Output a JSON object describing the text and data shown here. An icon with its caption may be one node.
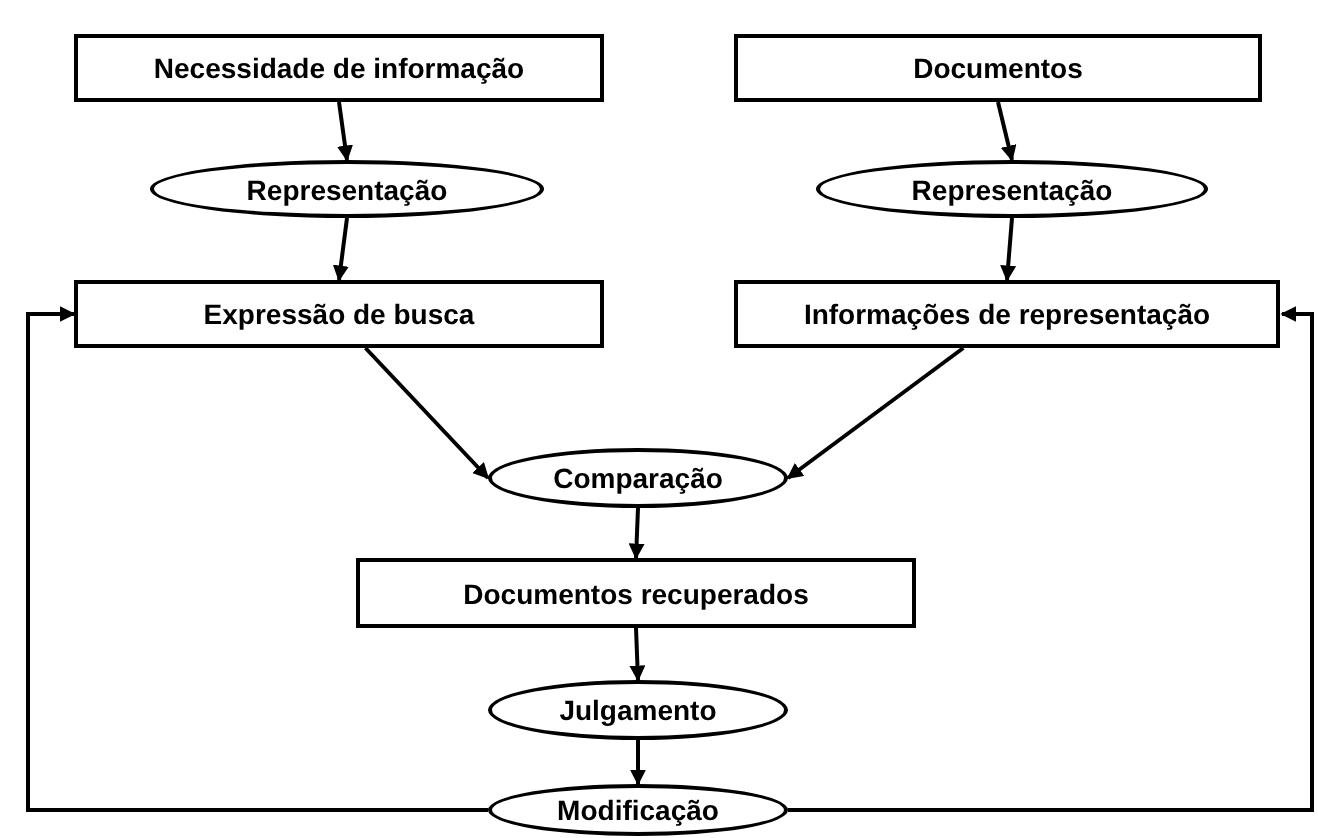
{
  "diagram": {
    "nodes": [
      {
        "text": [
          "Necessidade de informação"
        ]
      },
      {
        "text": [
          "Documentos"
        ]
      },
      {
        "text": [
          "Representação"
        ]
      },
      {
        "text": [
          "Representação"
        ]
      },
      {
        "text": [
          "Expressão de busca"
        ]
      },
      {
        "text": [
          "Informações de representação"
        ]
      },
      {
        "text": [
          "Comparação"
        ]
      },
      {
        "text": [
          "Documentos recuperados"
        ]
      },
      {
        "text": [
          "Julgamento"
        ]
      },
      {
        "text": [
          "Modificação"
        ]
      }
    ],
    "edges": [
      {
        "from": 0,
        "to": 2,
        "arrow": "to"
      },
      {
        "from": 2,
        "to": 4,
        "arrow": "to"
      },
      {
        "from": 1,
        "to": 3,
        "arrow": "to"
      },
      {
        "from": 3,
        "to": 5,
        "arrow": "to"
      },
      {
        "from": 4,
        "to": 6,
        "arrow": "to"
      },
      {
        "from": 5,
        "to": 6,
        "arrow": "to"
      },
      {
        "from": 6,
        "to": 7,
        "arrow": "to"
      },
      {
        "from": 7,
        "to": 8,
        "arrow": "to"
      },
      {
        "from": 8,
        "to": 9,
        "arrow": "to"
      },
      {
        "from": 9,
        "to": 4,
        "arrow": "to"
      },
      {
        "from": 9,
        "to": 5,
        "arrow": "to"
      }
    ]
  }
}
